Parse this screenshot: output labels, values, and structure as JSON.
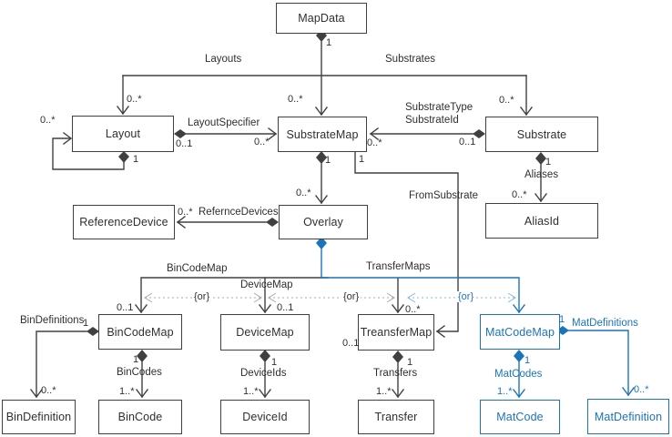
{
  "colors": {
    "line": "#404040",
    "accent_blue": "#1b74bb",
    "dashed_gray": "#a9a9a9",
    "dashed_blue": "#8ab7e0",
    "background": "#ffffff"
  },
  "nodes": {
    "map_data": {
      "label": "MapData"
    },
    "layout": {
      "label": "Layout"
    },
    "substrate_map": {
      "label": "SubstrateMap"
    },
    "substrate": {
      "label": "Substrate"
    },
    "reference_device": {
      "label": "ReferenceDevice"
    },
    "overlay": {
      "label": "Overlay"
    },
    "alias_id": {
      "label": "AliasId"
    },
    "bin_code_map": {
      "label": "BinCodeMap"
    },
    "device_map": {
      "label": "DeviceMap"
    },
    "treansfer_map": {
      "label": "TreansferMap"
    },
    "mat_code_map": {
      "label": "MatCodeMap"
    },
    "bin_definition": {
      "label": "BinDefinition"
    },
    "bin_code": {
      "label": "BinCode"
    },
    "device_id": {
      "label": "DeviceId"
    },
    "transfer": {
      "label": "Transfer"
    },
    "mat_code": {
      "label": "MatCode"
    },
    "mat_definition": {
      "label": "MatDefinition"
    }
  },
  "labels": {
    "layouts": "Layouts",
    "substrates": "Substrates",
    "layout_specifier": "LayoutSpecifier",
    "substrate_type": "SubstrateType",
    "substrate_id": "SubstrateId",
    "aliases": "Aliases",
    "refernce_devices": "RefernceDevices",
    "from_substrate": "FromSubstrate",
    "bin_code_map": "BinCodeMap",
    "device_map": "DeviceMap",
    "transfer_maps": "TransferMaps",
    "bin_definitions": "BinDefinitions",
    "bin_codes": "BinCodes",
    "device_ids": "DeviceIds",
    "transfers": "Transfers",
    "mat_codes": "MatCodes",
    "mat_definitions": "MatDefinitions",
    "or_constraint": "{or}"
  },
  "mult": {
    "one": "1",
    "zero_many": "0..*",
    "zero_one": "0..1",
    "one_many": "1..*"
  }
}
